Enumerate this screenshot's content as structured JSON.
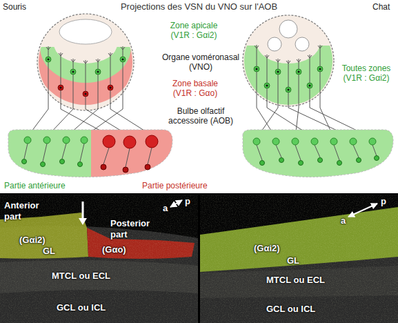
{
  "diagram": {
    "title": "Projections des VSN du VNO sur l'AOB",
    "nodes": [
      {
        "text": [
          "Anterior part",
          "Posterior part",
          "a",
          "p",
          "(Gαi2)",
          "GL",
          "(Gαo)",
          "MTCL ou ECL",
          "GCL ou ICL"
        ]
      },
      {
        "text": [
          "a",
          "p",
          "(Gαi2)",
          "GL",
          "MTCL ou ECL",
          "GCL ou ICL"
        ]
      }
    ],
    "labels": [
      "Souris",
      "Chat",
      "Zone apicale (V1R : Gαi2)",
      "Organe voméronasal (VNO)",
      "Zone basale (V1R : Gαo)",
      "Bulbe olfactif accessoire (AOB)",
      "Toutes zones (V1R : Gαi2)",
      "Partie antérieure",
      "Partie postérieure"
    ]
  }
}
